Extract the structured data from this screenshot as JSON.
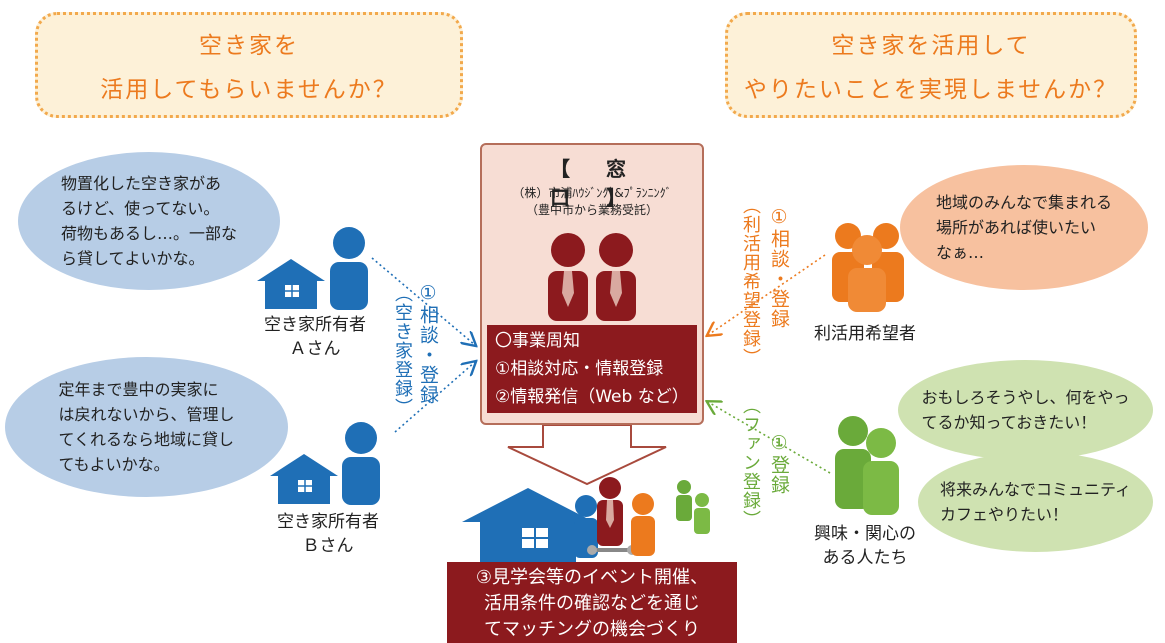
{
  "top_left": {
    "line1": "空き家を",
    "line2": "活用してもらいませんか？"
  },
  "top_right": {
    "line1": "空き家を活用して",
    "line2": "やりたいことを実現しませんか？"
  },
  "window": {
    "heading": "【　窓　　　口　】",
    "sub": "（株）市浦ﾊｳｼﾞﾝｸﾞ&ﾌﾟﾗﾝﾆﾝｸﾞ\n（豊中市から業務受託）",
    "tasks": [
      "〇事業周知",
      "①相談対応・情報登録",
      "②情報発信（Web など）"
    ]
  },
  "owner_a": {
    "bubble": "物置化した空き家があ\nるけど、使ってない。\n荷物もあるし…。一部な\nら貸してよいかな。",
    "label": "空き家所有者\nＡさん"
  },
  "owner_b": {
    "bubble": "定年まで豊中の実家に\nは戻れないから、管理し\nてくれるなら地域に貸し\nてもよいかな。",
    "label": "空き家所有者\nＢさん"
  },
  "user": {
    "bubble": "地域のみんなで集まれる\n場所があれば使いたい\nなぁ…",
    "label": "利活用希望者"
  },
  "fans": {
    "bubble1": "おもしろそうやし、何をやっ\nてるか知っておきたい！",
    "bubble2": "将来みんなでコミュニティ\nカフェやりたい！",
    "label": "興味・関心の\nある人たち"
  },
  "left_step": {
    "main": "①相談・登録",
    "sub": "（空き家登録）"
  },
  "right_step_top": {
    "main": "①相談・登録",
    "sub": "（利活用希望登録）"
  },
  "right_step_bottom": {
    "main": "①登録",
    "sub": "（ファン登録）"
  },
  "bottom": {
    "text": "③見学会等のイベント開催、\n活用条件の確認などを通じ\nてマッチングの機会づくり"
  },
  "colors": {
    "orange": "#ec7a1e",
    "blue": "#1f6fb6",
    "green": "#6aaa3a",
    "darkred": "#8c1a1e"
  }
}
